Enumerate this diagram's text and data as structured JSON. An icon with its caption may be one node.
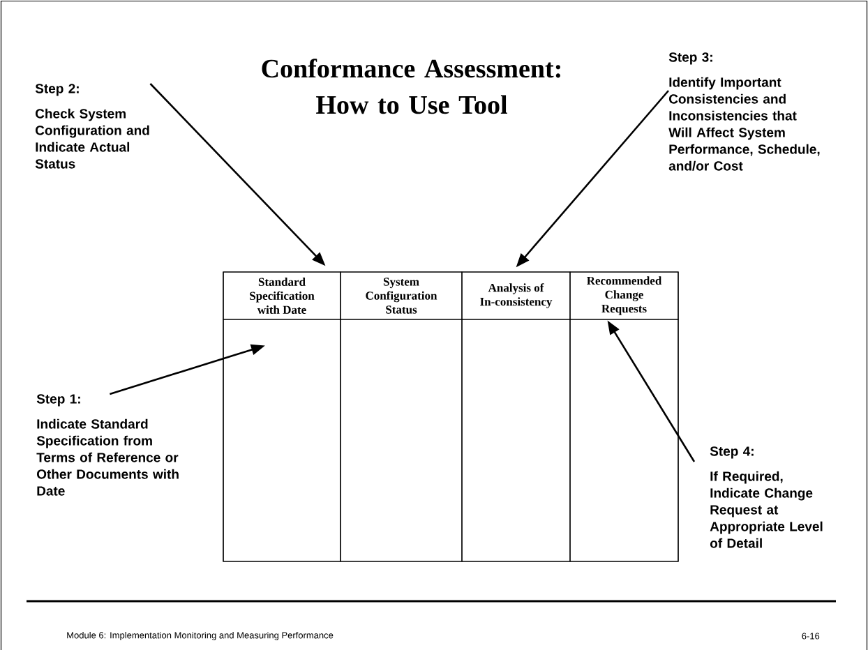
{
  "diagram": {
    "title": "Conformance Assessment: How to Use Tool",
    "nodes": [
      {
        "text": [
          "Step 2:",
          "Check System Configuration and Indicate Actual Status"
        ]
      },
      {
        "text": [
          "Step 3:",
          "Identify Important Consistencies and Inconsistencies that Will Affect System Performance, Schedule, and/or Cost"
        ]
      },
      {
        "text": [],
        "shape": "box"
      },
      {
        "text": [
          "Standard Specification with Date"
        ],
        "in": 2
      },
      {
        "text": [
          "System Configuration Status"
        ],
        "in": 2
      },
      {
        "text": [
          "Analysis of In-consistency"
        ],
        "in": 2
      },
      {
        "text": [
          "Recommended Change Requests"
        ],
        "in": 2
      },
      {
        "text": [],
        "shape": "box",
        "in": 2
      },
      {
        "text": [],
        "shape": "box",
        "in": 2
      },
      {
        "text": [],
        "shape": "box",
        "in": 2
      },
      {
        "text": [],
        "shape": "box",
        "in": 2
      },
      {
        "text": [
          "Step 1:",
          "Indicate Standard Specification from Terms of Reference or Other Documents with Date"
        ]
      },
      {
        "text": [
          "Step 4:",
          "If Required, Indicate Change Request at Appropriate Level of Detail"
        ]
      }
    ],
    "edges": [
      {
        "from": 0,
        "to": 3,
        "arrow": "to"
      },
      {
        "from": 1,
        "to": 5,
        "arrow": "to"
      },
      {
        "from": 11,
        "to": 7,
        "arrow": "to"
      },
      {
        "from": 12,
        "to": 10,
        "arrow": "to"
      }
    ],
    "labels": [
      "Module 6: Implementation Monitoring and Measuring Performance",
      "6-16"
    ]
  }
}
